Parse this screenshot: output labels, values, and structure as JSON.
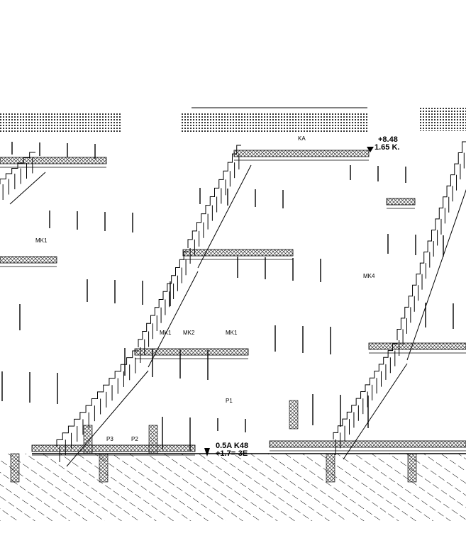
{
  "drawing": {
    "labels": {
      "mk1_a": "MK1",
      "mk1_b": "MK1",
      "mk2": "MK2",
      "mk1_c": "MK1",
      "mk4": "MK4",
      "ka": "KA",
      "p1": "P1",
      "p2": "P2",
      "p3": "P3",
      "level_top": "+8.48",
      "level_top2": "1.65 K.",
      "level_bottom": "0.5A K48",
      "level_bottom2": "+1.7=-3E"
    },
    "colors": {
      "line": "#000000",
      "background": "#ffffff",
      "hatch_grey": "#555555"
    }
  }
}
